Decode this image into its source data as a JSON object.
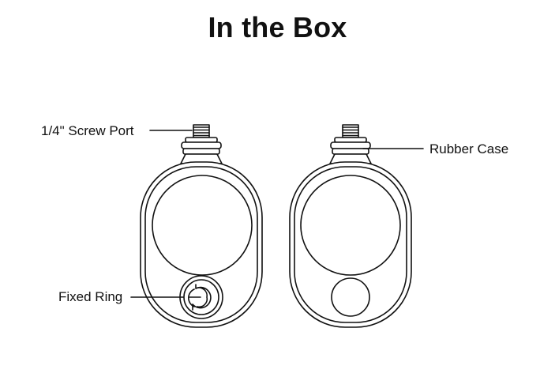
{
  "title": "In the Box",
  "labels": {
    "screw_port": "1/4\" Screw Port",
    "rubber_case": "Rubber Case",
    "fixed_ring": "Fixed Ring"
  },
  "colors": {
    "line": "#111111",
    "background": "#ffffff"
  }
}
